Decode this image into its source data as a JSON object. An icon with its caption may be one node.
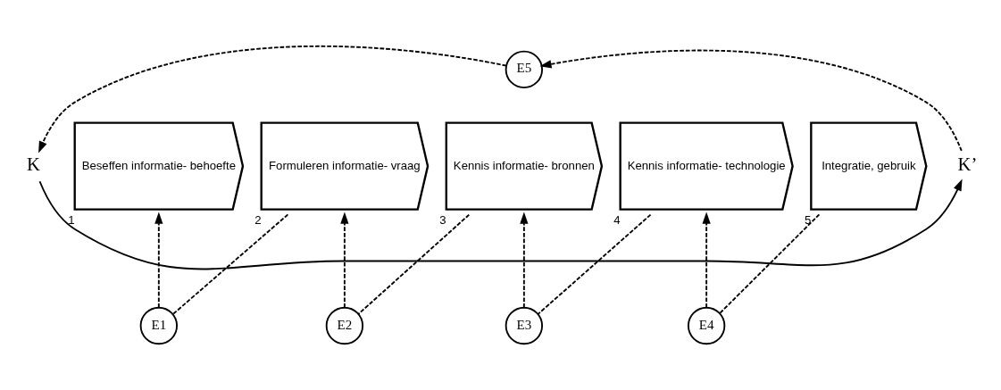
{
  "diagram": {
    "nodes": [
      {
        "text": [
          "E5"
        ]
      },
      {
        "text": [
          "Beseffen informatie- behoefte"
        ],
        "beside": [
          "1"
        ]
      },
      {
        "text": [
          "Formuleren informatie- vraag"
        ],
        "beside": [
          "2"
        ]
      },
      {
        "text": [
          "Kennis informatie- bronnen"
        ],
        "beside": [
          "3"
        ]
      },
      {
        "text": [
          "Kennis informatie- technologie"
        ],
        "beside": [
          "4"
        ]
      },
      {
        "text": [
          "Integratie, gebruik"
        ],
        "beside": [
          "5"
        ]
      },
      {
        "text": [
          "K"
        ]
      },
      {
        "text": [
          "K’"
        ]
      },
      {
        "text": [
          "E1"
        ]
      },
      {
        "text": [
          "E2"
        ]
      },
      {
        "text": [
          "E3"
        ]
      },
      {
        "text": [
          "E4"
        ]
      }
    ],
    "edges": [
      {
        "from": 6,
        "to": 7,
        "arrow": "to"
      },
      {
        "from": 7,
        "to": 0,
        "arrow": "to",
        "style": "dashed"
      },
      {
        "from": 0,
        "to": 6,
        "arrow": "to",
        "style": "dashed"
      },
      {
        "from": 2,
        "to": 8,
        "arrow": "none",
        "style": "dashed"
      },
      {
        "from": 8,
        "to": 1,
        "arrow": "to",
        "style": "dashed"
      },
      {
        "from": 3,
        "to": 9,
        "arrow": "none",
        "style": "dashed"
      },
      {
        "from": 9,
        "to": 2,
        "arrow": "to",
        "style": "dashed"
      },
      {
        "from": 4,
        "to": 10,
        "arrow": "none",
        "style": "dashed"
      },
      {
        "from": 10,
        "to": 3,
        "arrow": "to",
        "style": "dashed"
      },
      {
        "from": 5,
        "to": 11,
        "arrow": "none",
        "style": "dashed"
      },
      {
        "from": 11,
        "to": 4,
        "arrow": "to",
        "style": "dashed"
      }
    ]
  }
}
